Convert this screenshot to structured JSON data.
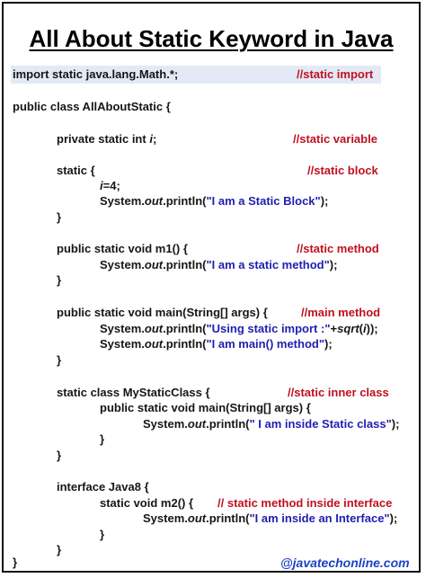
{
  "title": "All About Static Keyword in Java",
  "code": {
    "import_stmt": "import static java.lang.Math.*;",
    "import_comment": "//static import",
    "class_decl": "public class AllAboutStatic {",
    "var_prefix": "private static int ",
    "var_name": "i",
    "semicolon": ";",
    "var_comment": "//static variable",
    "static_block_open": "static {",
    "static_block_comment": "//static block",
    "assign_var": "i",
    "assign_rest": "=4;",
    "print_prefix": "System.",
    "print_out": "out",
    "print_method": ".println(",
    "print_close": ");",
    "static_block_msg": "\"I am a Static Block\"",
    "close_brace": "}",
    "m1_decl": "public static void m1() {",
    "m1_comment": "//static method",
    "m1_msg": "\"I am a static method\"",
    "main_decl": "public static void main(String[] args) {",
    "main_comment": "//main method",
    "main_msg1": "\"Using static import :\"",
    "plus_sign": "+",
    "sqrt_name": "sqrt",
    "open_paren": "(",
    "sqrt_arg": "i",
    "sqrt_close": "));",
    "main_msg2": "\"I am main() method\"",
    "inner_class_decl": "static class MyStaticClass {",
    "inner_class_comment": "//static inner class",
    "inner_main_decl": "public static void main(String[] args) {",
    "inner_msg": "\" I am inside Static class\"",
    "interface_decl": "interface Java8 {",
    "m2_decl": "static void m2() {",
    "m2_comment": "// static method inside interface",
    "m2_msg": "\"I am inside an Interface\""
  },
  "footer": "@javatechonline.com",
  "colors": {
    "comment": "#c0111f",
    "string": "#1f1fb0",
    "footer": "#1a43c4",
    "highlight": "#e3eaf5"
  }
}
